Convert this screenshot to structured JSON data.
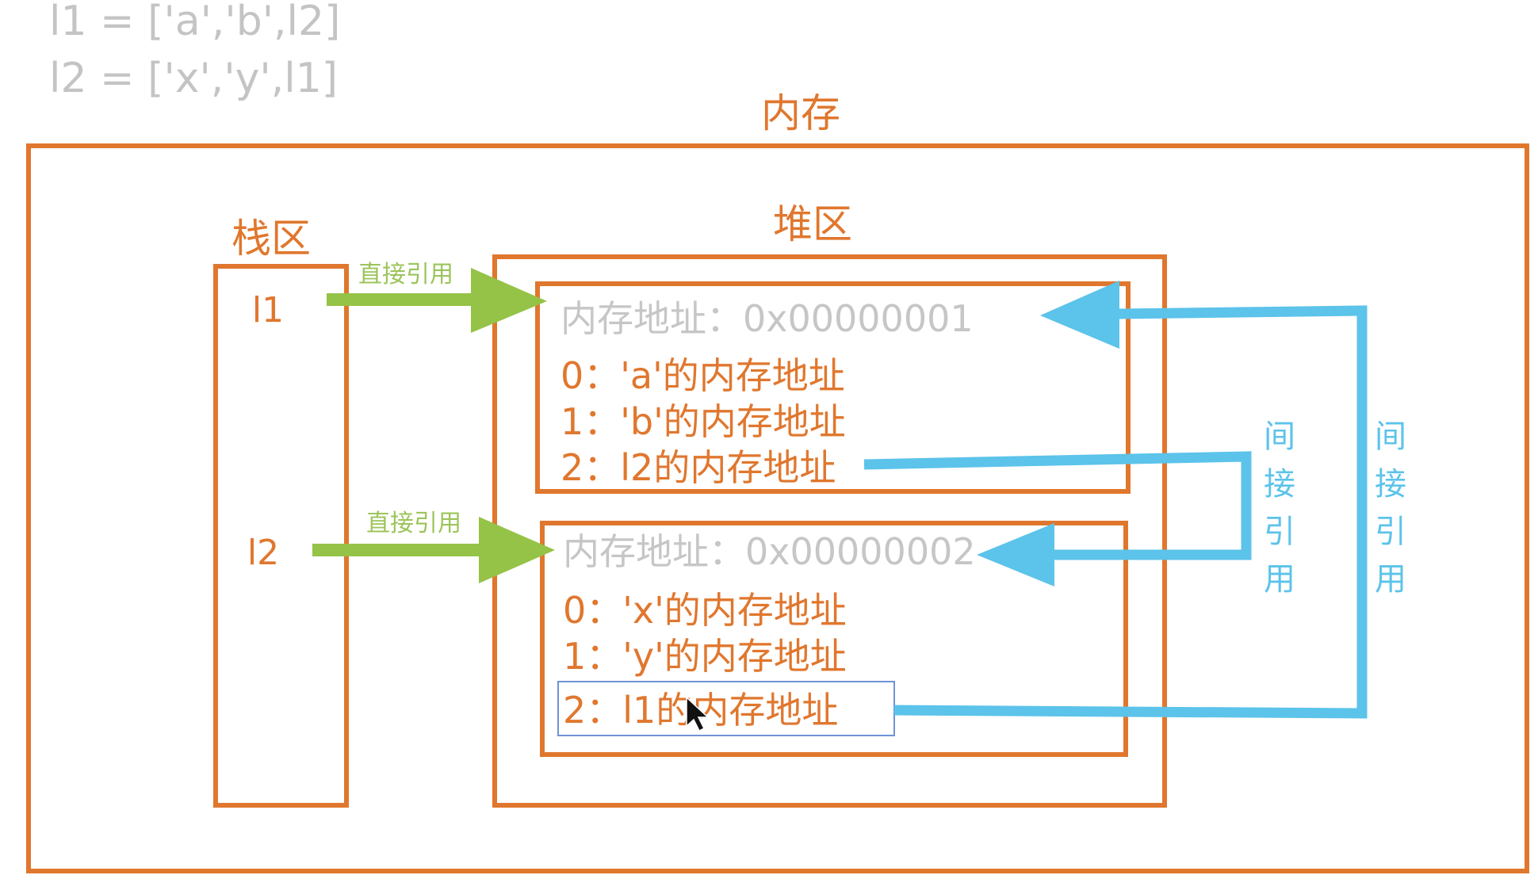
{
  "code": {
    "line1": "l1 = ['a','b',l2]",
    "line2": "l2 = ['x','y',l1]"
  },
  "memory": {
    "title": "内存",
    "stack": {
      "title": "栈区",
      "vars": [
        "l1",
        "l2"
      ]
    },
    "heap": {
      "title": "堆区",
      "objects": [
        {
          "address": "内存地址：0x00000001",
          "items": [
            "0：'a'的内存地址",
            "1：'b'的内存地址",
            "2：l2的内存地址"
          ]
        },
        {
          "address": "内存地址：0x00000002",
          "items": [
            "0：'x'的内存地址",
            "1：'y'的内存地址",
            "2：l1的内存地址"
          ]
        }
      ]
    }
  },
  "references": {
    "direct_label": "直接引用",
    "indirect_chars": [
      "间",
      "接",
      "引",
      "用"
    ]
  },
  "colors": {
    "box": "#e0772e",
    "direct_arrow": "#95c347",
    "indirect_arrow": "#5cc3ea",
    "muted_text": "#c4c4c4"
  }
}
